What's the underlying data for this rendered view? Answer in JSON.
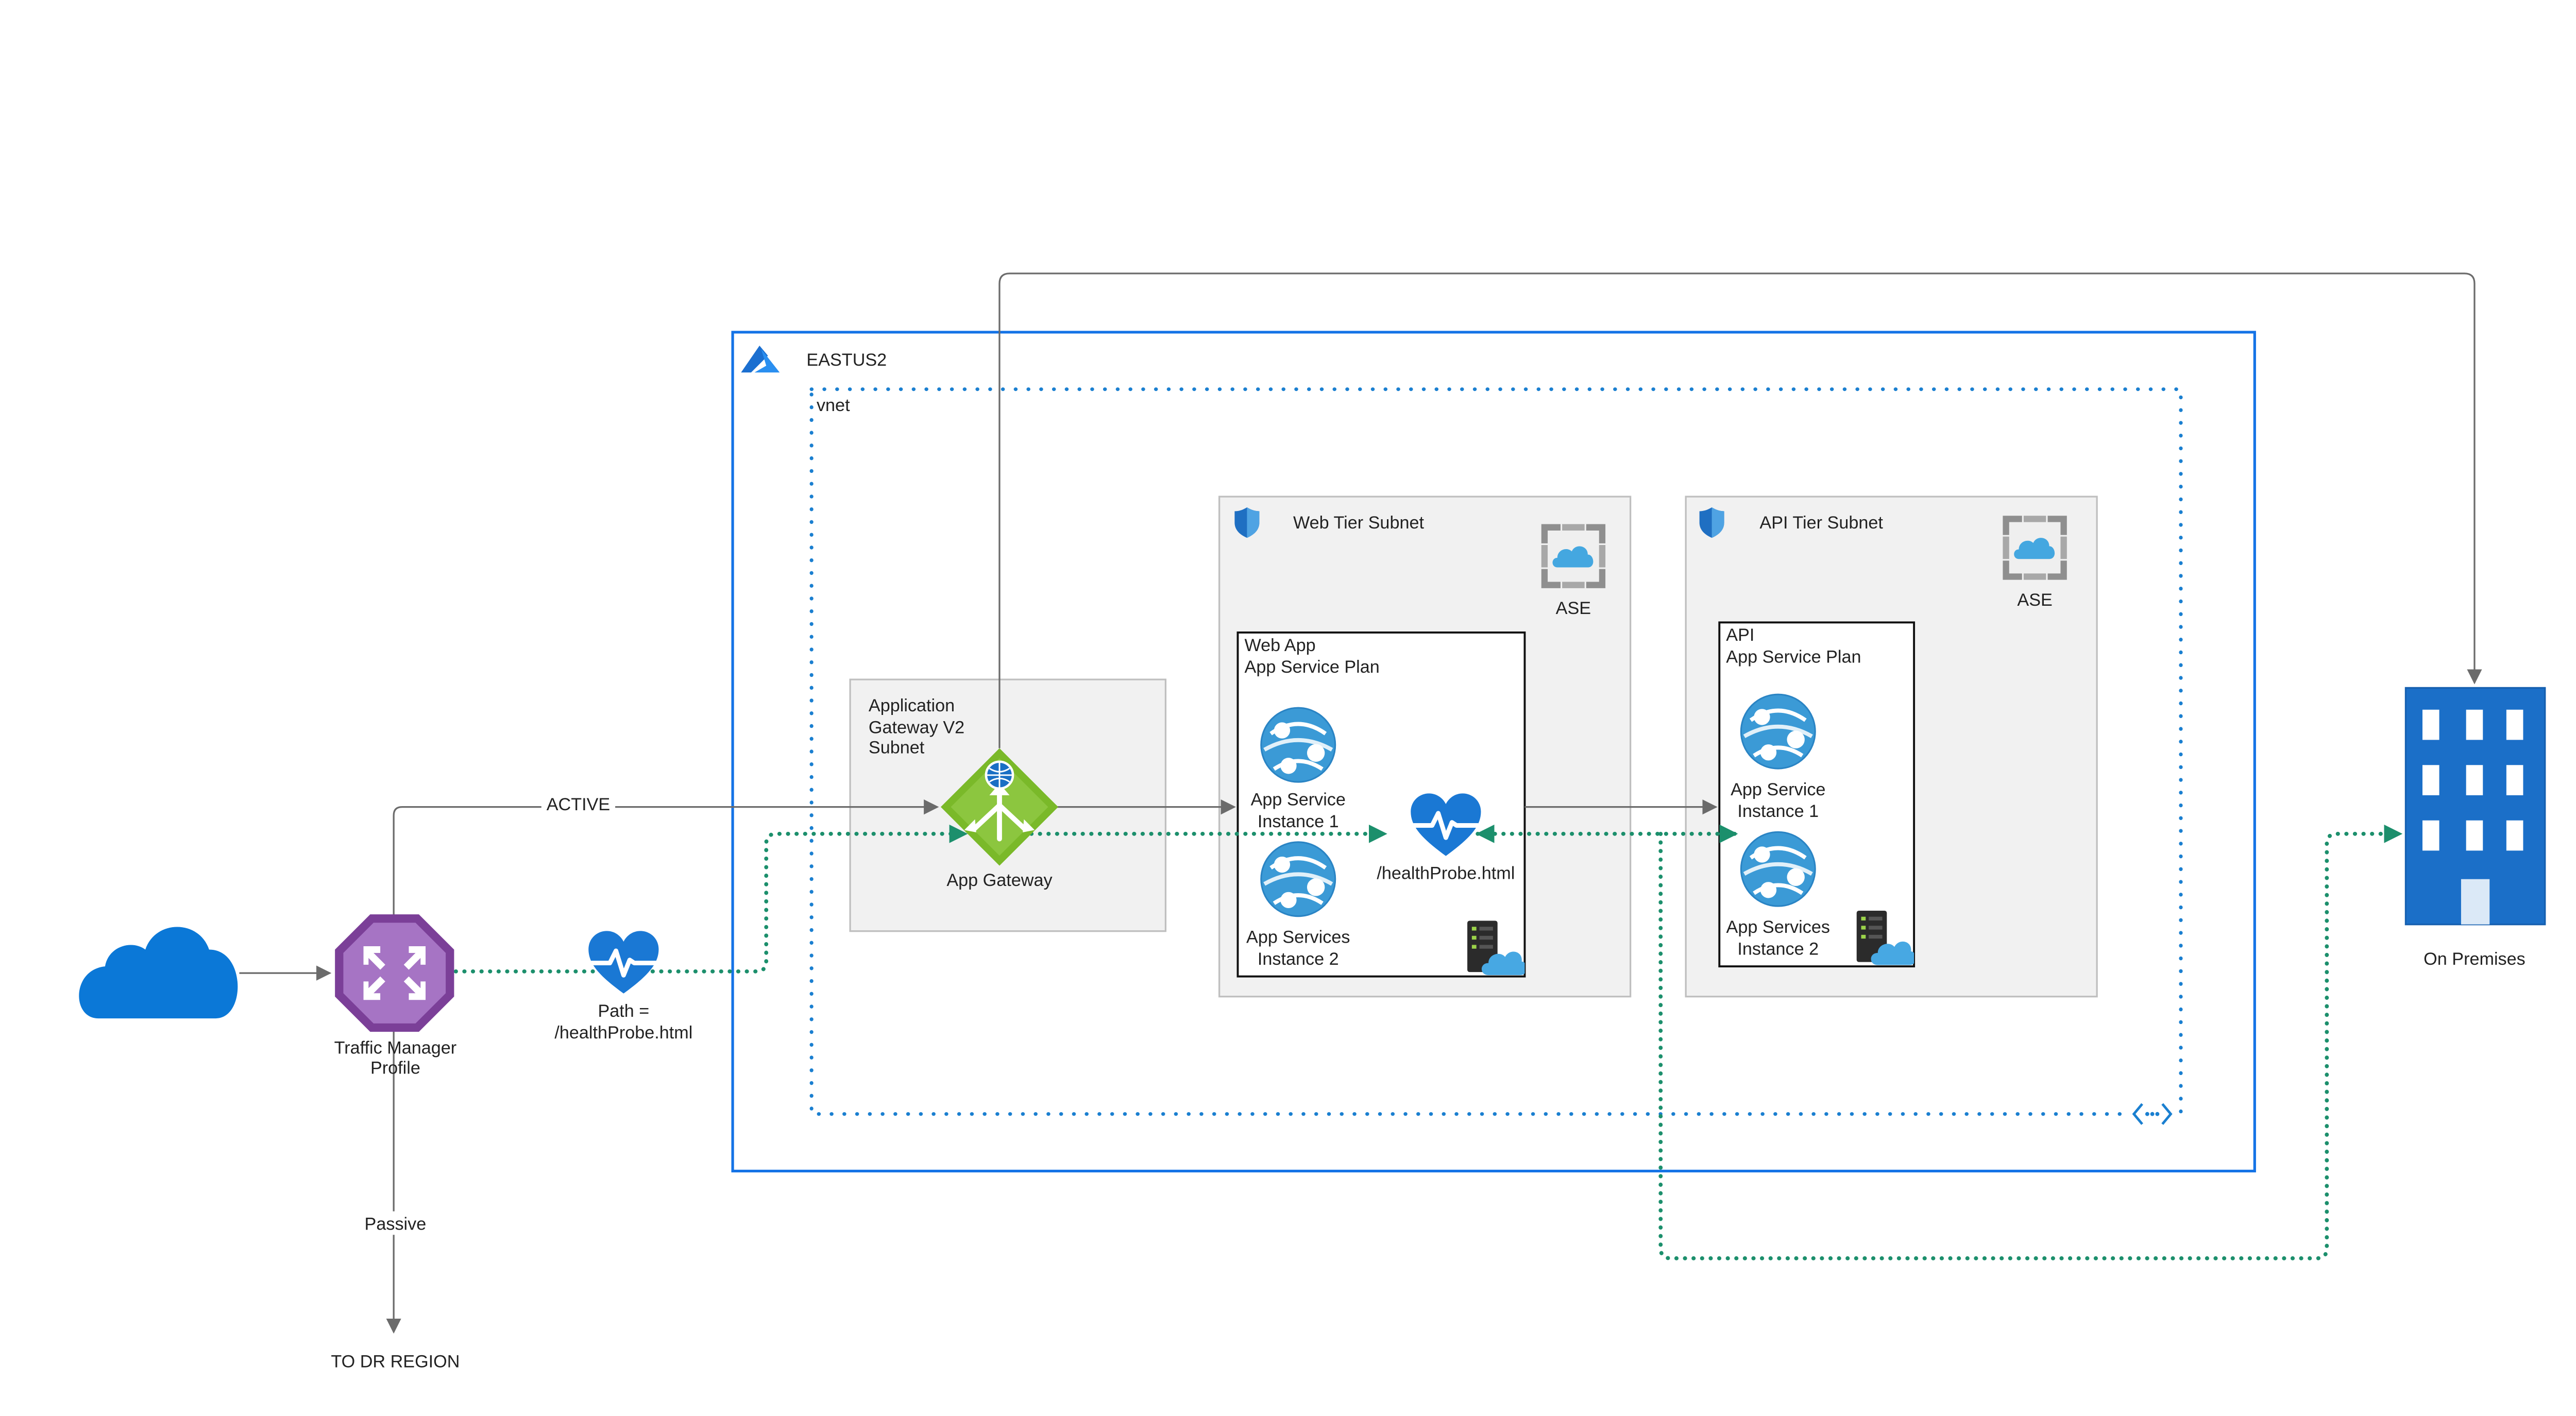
{
  "region": {
    "label": "EASTUS2"
  },
  "vnet": {
    "label": "vnet"
  },
  "appgw_subnet": {
    "line1": "Application",
    "line2": "Gateway V2",
    "line3": "Subnet"
  },
  "app_gateway": {
    "label": "App Gateway"
  },
  "web_subnet": {
    "label": "Web Tier Subnet",
    "ase_label": "ASE"
  },
  "web_plan": {
    "line1": "Web App",
    "line2": "App Service Plan"
  },
  "web_inst1": {
    "line1": "App Service",
    "line2": "Instance 1"
  },
  "web_inst2": {
    "line1": "App Services",
    "line2": "Instance 2"
  },
  "web_probe": {
    "label": "/healthProbe.html"
  },
  "api_subnet": {
    "label": "API Tier Subnet",
    "ase_label": "ASE"
  },
  "api_plan": {
    "line1": "API",
    "line2": "App Service Plan"
  },
  "api_inst1": {
    "line1": "App Service",
    "line2": "Instance 1"
  },
  "api_inst2": {
    "line1": "App Services",
    "line2": "Instance 2"
  },
  "traffic_manager": {
    "line1": "Traffic Manager",
    "line2": "Profile"
  },
  "probe_path": {
    "line1": "Path =",
    "line2": "/healthProbe.html"
  },
  "edges": {
    "active": "ACTIVE",
    "passive": "Passive",
    "dr": "TO DR REGION"
  },
  "on_prem": {
    "label": "On Premises"
  },
  "colors": {
    "azure_blue": "#1473e6",
    "cloud_blue": "#0d78d4",
    "probe_green": "#1c8f6c",
    "gateway_green": "#7ab929",
    "tm_purple": "#8a4fa6",
    "subnet_fill": "#f1f1f1",
    "subnet_stroke": "#bfbfbf"
  }
}
